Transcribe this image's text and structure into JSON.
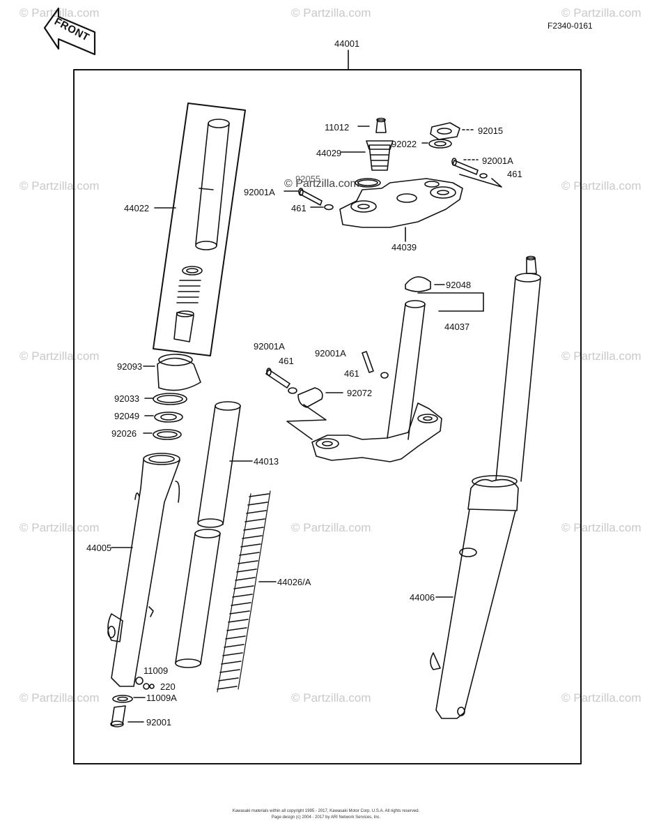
{
  "figure_code": "F2340-0161",
  "front_label": "FRONT",
  "assembly_label": "44001",
  "watermark_text": "© Partzilla.com",
  "part_labels": {
    "p11012": "11012",
    "p44029": "44029",
    "p92015": "92015",
    "p92022": "92022",
    "p92001A_top": "92001A",
    "p461_top_right": "461",
    "p92055": "92055",
    "p92001A_left": "92001A",
    "p461_left": "461",
    "p44039": "44039",
    "p44022": "44022",
    "p92048": "92048",
    "p44037": "44037",
    "p92001A_mid_left": "92001A",
    "p461_mid_left": "461",
    "p92001A_mid": "92001A",
    "p461_mid": "461",
    "p92072": "92072",
    "p92093": "92093",
    "p92033": "92033",
    "p92049": "92049",
    "p92026": "92026",
    "p44013": "44013",
    "p44005": "44005",
    "p44026A": "44026/A",
    "p44006": "44006",
    "p11009": "11009",
    "p220": "220",
    "p11009A": "11009A",
    "p92001": "92001"
  },
  "footer": {
    "line1": "Kawasaki materials within all copyright 1995 - 2017, Kawasaki Motor Corp. U.S.A.  All rights reserved.",
    "line2": "Page design (c) 2004 - 2017 by ARI Network Services, Inc."
  }
}
